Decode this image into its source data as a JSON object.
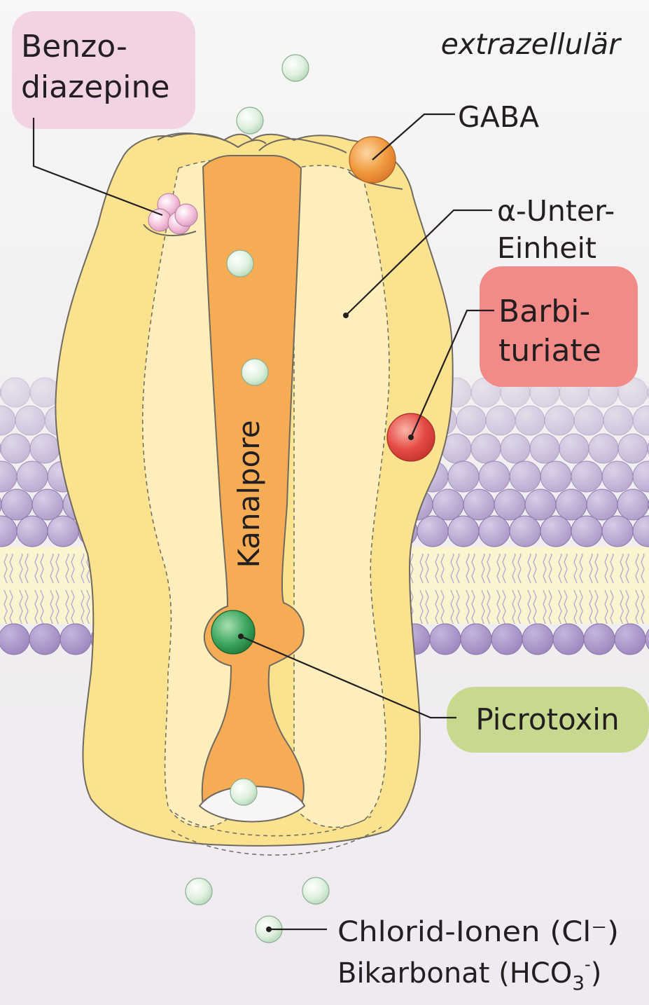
{
  "labels": {
    "extracellular": "extrazellulär",
    "benzo_line1": "Benzo-",
    "benzo_line2": "diazepine",
    "gaba": "GABA",
    "alpha_line1": "α-Unter-",
    "alpha_line2": "Einheit",
    "barbi_line1": "Barbi-",
    "barbi_line2": "turiate",
    "kanalpore": "Kanalpore",
    "picrotoxin": "Picrotoxin",
    "ions_line1": "Chlorid-Ionen (Cl⁻)",
    "ions_line2_main": "Bikarbonat (HCO",
    "ions_line2_sub": "3",
    "ions_line2_sup": "-",
    "ions_line2_close": ")"
  },
  "colors": {
    "benzo_box": "#f2d3e4",
    "barbi_box": "#f28a88",
    "picro_box": "#c7d88f",
    "receptor": "#fbe28f",
    "receptor_inner": "#fdeebb",
    "pore": "#f6ab55",
    "membrane_head": "#b9a7d2",
    "ion": "#dff1df",
    "gaba": "#f19a3e",
    "barbiturate": "#e54a44",
    "picrotoxin": "#3fa760",
    "benzodiazepine": "#f4c0dc"
  },
  "icons": {
    "ion": "chloride-ion-icon",
    "gaba": "gaba-molecule-icon",
    "benzo": "benzodiazepine-molecule-icon",
    "barbiturate": "barbiturate-molecule-icon",
    "picrotoxin": "picrotoxin-molecule-icon"
  }
}
